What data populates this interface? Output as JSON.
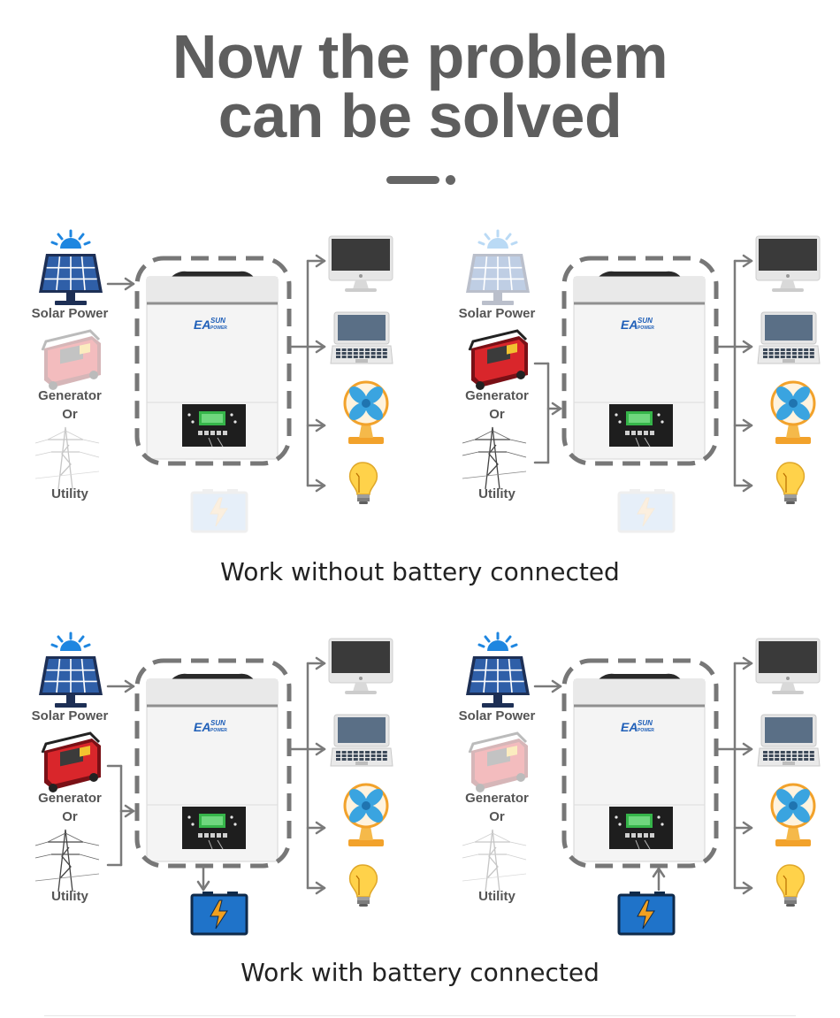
{
  "header": {
    "title_line_1": "Now the problem",
    "title_line_2": "can be solved"
  },
  "sources": {
    "solar": "Solar Power",
    "generator": "Generator",
    "or": "Or",
    "utility": "Utility"
  },
  "brand": {
    "logo_main": "EA",
    "logo_sun": "SUN",
    "logo_power": "POWER"
  },
  "captions": {
    "without_battery": "Work without battery connected",
    "with_battery": "Work with battery connected"
  },
  "panels": [
    {
      "id": "top-left",
      "solar_active": true,
      "grid_active": false,
      "battery": "inactive",
      "battery_flow": "none"
    },
    {
      "id": "top-right",
      "solar_active": false,
      "grid_active": true,
      "battery": "inactive",
      "battery_flow": "none"
    },
    {
      "id": "bottom-left",
      "solar_active": true,
      "grid_active": true,
      "battery": "active",
      "battery_flow": "charge"
    },
    {
      "id": "bottom-right",
      "solar_active": true,
      "grid_active": false,
      "battery": "active",
      "battery_flow": "discharge"
    }
  ],
  "icons": [
    "sun-icon",
    "solar-panel-icon",
    "generator-icon",
    "power-tower-icon",
    "inverter-icon",
    "monitor-icon",
    "laptop-icon",
    "fan-icon",
    "light-bulb-icon",
    "battery-icon"
  ],
  "colors": {
    "title": "#5e5e5e",
    "arrow": "#7a7a7a",
    "solar_blue": "#2f5fa8",
    "sun_blue": "#1e86e0",
    "generator_red": "#d9262b",
    "battery_blue": "#1f73c9",
    "battery_bolt": "#f0a020",
    "fan_blue": "#3aa4e0",
    "fan_base": "#f2a22b",
    "bulb_yellow": "#ffd24a",
    "brand_blue": "#1f5fb8"
  }
}
